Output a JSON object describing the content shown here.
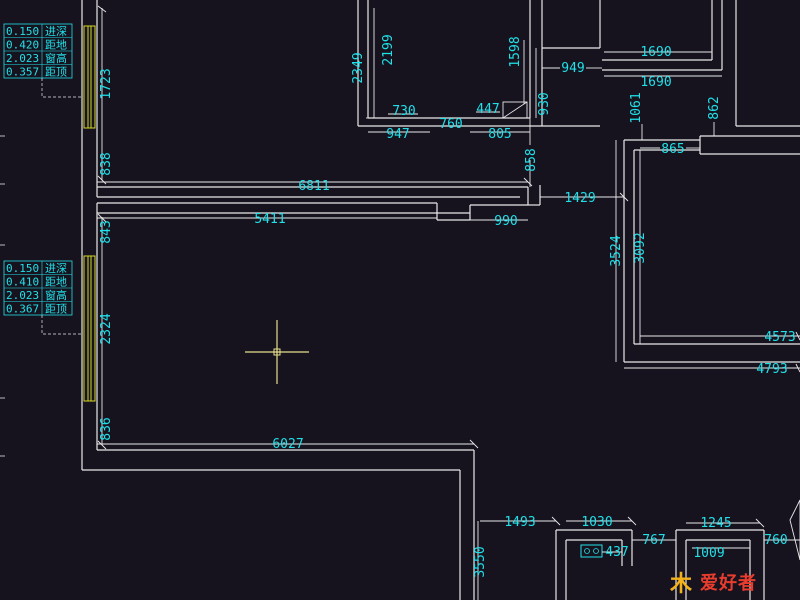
{
  "window_table_1": [
    {
      "value": "0.150",
      "label": "进深"
    },
    {
      "value": "0.420",
      "label": "距地"
    },
    {
      "value": "2.023",
      "label": "窗高"
    },
    {
      "value": "0.357",
      "label": "距顶"
    }
  ],
  "window_table_2": [
    {
      "value": "0.150",
      "label": "进深"
    },
    {
      "value": "0.410",
      "label": "距地"
    },
    {
      "value": "2.023",
      "label": "窗高"
    },
    {
      "value": "0.367",
      "label": "距顶"
    }
  ],
  "dimensions": {
    "d2349": "2349",
    "d2199": "2199",
    "d1598": "1598",
    "d1690a": "1690",
    "d1690b": "1690",
    "d949": "949",
    "d730": "730",
    "d447": "447",
    "d947": "947",
    "d760a": "760",
    "d805": "805",
    "d930": "930",
    "d1061": "1061",
    "d862": "862",
    "d865": "865",
    "d1723": "1723",
    "d838": "838",
    "d858": "858",
    "d6811": "6811",
    "d1429": "1429",
    "d5411": "5411",
    "d990": "990",
    "d843": "843",
    "d3524": "3524",
    "d3092": "3092",
    "d4573": "4573",
    "d4793": "4793",
    "d2324": "2324",
    "d836": "836",
    "d6027": "6027",
    "d1493": "1493",
    "d1030": "1030",
    "d1245": "1245",
    "d767": "767",
    "d437": "437",
    "d1009": "1009",
    "d760b": "760",
    "d3550": "3550"
  },
  "colors": {
    "background": "#16131f",
    "dimension_text": "#20e0e8",
    "walls": "#e8e8e8",
    "window": "#d8d820",
    "crosshair": "#e6e08a"
  },
  "logo": {
    "mark": "木",
    "text": "爱好者"
  }
}
